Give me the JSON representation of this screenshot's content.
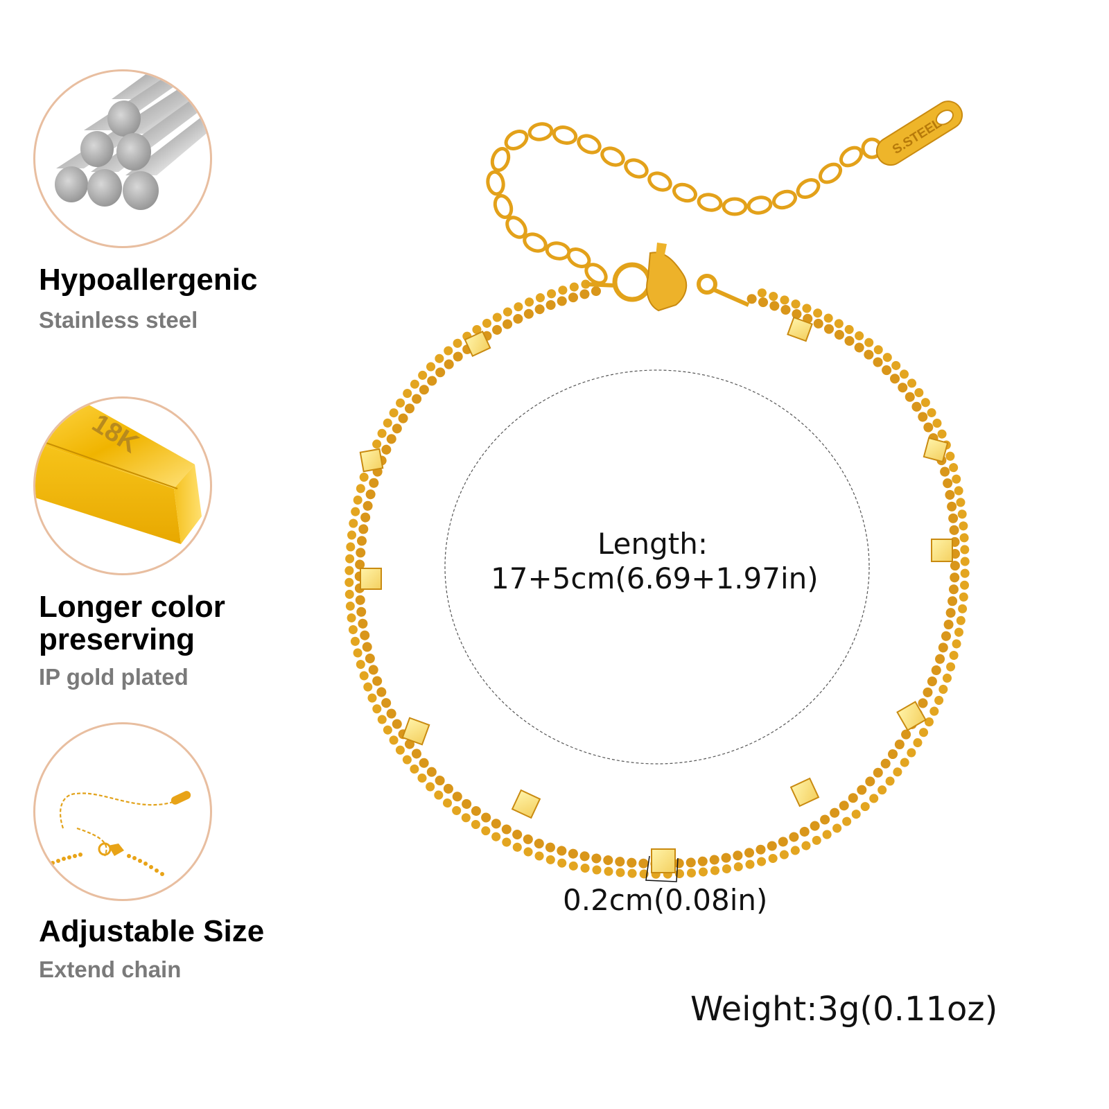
{
  "features": [
    {
      "title": "Hypoallergenic",
      "subtitle": "Stainless steel",
      "icon": "steel-rods-icon"
    },
    {
      "title_line1": "Longer color",
      "title_line2": "preserving",
      "subtitle": "IP gold plated",
      "icon": "gold-bar-icon",
      "bar_label": "18K"
    },
    {
      "title": "Adjustable Size",
      "subtitle": "Extend chain",
      "icon": "extender-chain-icon",
      "tag_label": "S.STEEL"
    }
  ],
  "product": {
    "tag_label": "S.STEEL",
    "length_label": "Length:",
    "length_value": "17+5cm(6.69+1.97in)",
    "bead_size": "0.2cm(0.08in)",
    "weight": "Weight:3g(0.11oz)"
  },
  "colors": {
    "gold": "#e8a317",
    "gold_light": "#f7d96a",
    "circle_border": "#e8bea0",
    "subtitle_gray": "#7a7a7a"
  }
}
